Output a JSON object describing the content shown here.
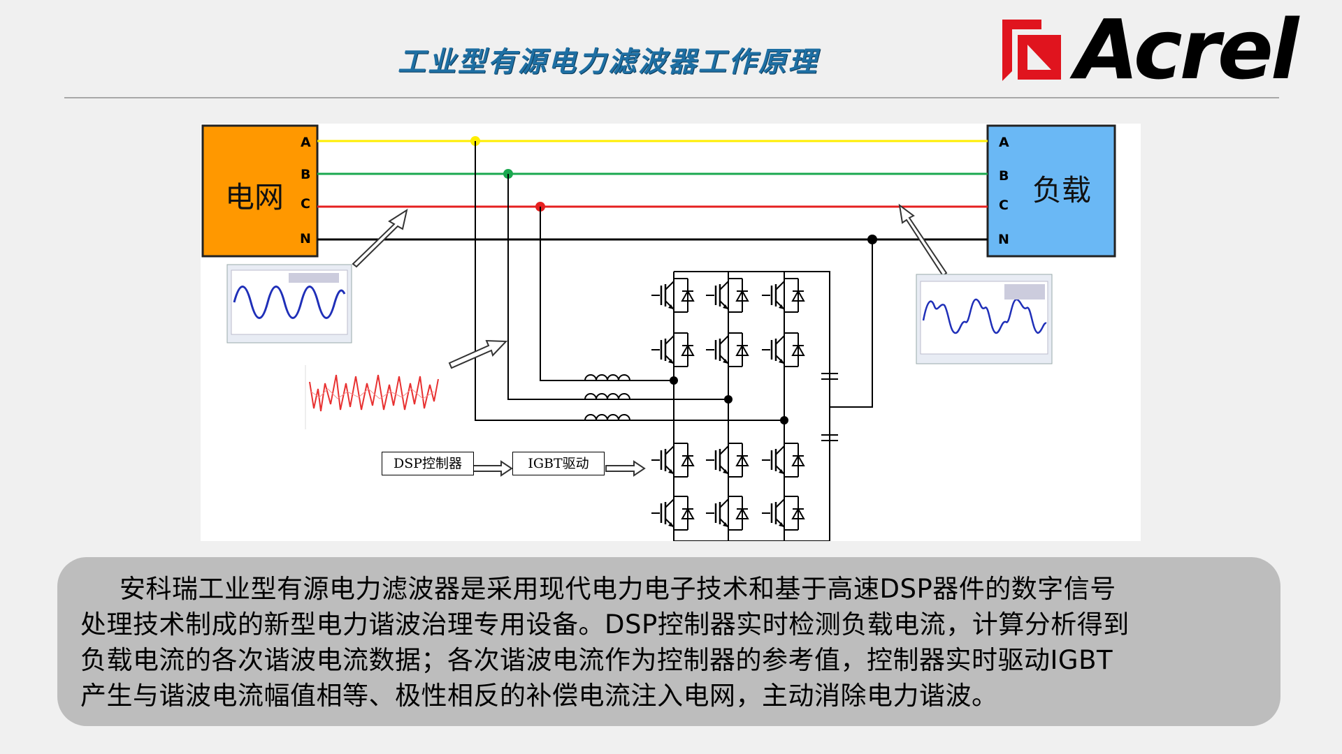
{
  "header": {
    "title": "工业型有源电力滤波器工作原理",
    "logo_text": "Acrel",
    "logo_color": "#e0141e"
  },
  "diagram": {
    "grid_label": "电网",
    "load_label": "负载",
    "phases_left": [
      "A",
      "B",
      "C",
      "N"
    ],
    "phases_right": [
      "A",
      "B",
      "C",
      "N"
    ],
    "phase_colors": {
      "A": "#ffee00",
      "B": "#1aa84f",
      "C": "#e52020",
      "N": "#000000"
    },
    "grid_color": "#ff9800",
    "load_color": "#6ab8f5",
    "dsp_label": "DSP控制器",
    "igbt_label": "IGBT驱动"
  },
  "description": {
    "lines": [
      "安科瑞工业型有源电力滤波器是采用现代电力电子技术和基于高速DSP器件的数字信号",
      "处理技术制成的新型电力谐波治理专用设备。DSP控制器实时检测负载电流，计算分析得到",
      "负载电流的各次谐波电流数据；各次谐波电流作为控制器的参考值，控制器实时驱动IGBT",
      "产生与谐波电流幅值相等、极性相反的补偿电流注入电网，主动消除电力谐波。"
    ]
  }
}
